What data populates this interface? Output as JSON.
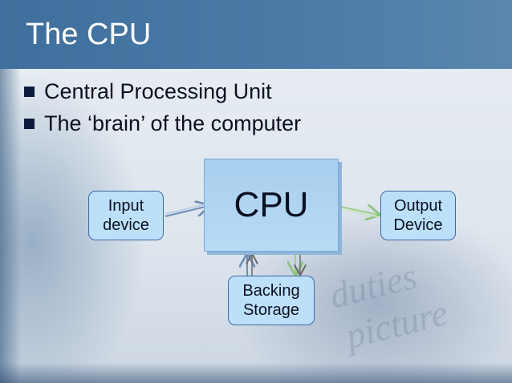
{
  "slide": {
    "title": "The CPU",
    "bullets": [
      "Central Processing Unit",
      "The ‘brain’ of the computer"
    ]
  },
  "diagram": {
    "cpu_label": "CPU",
    "input_label": "Input\ndevice",
    "output_label": "Output\nDevice",
    "storage_label": "Backing\nStorage"
  },
  "colors": {
    "header": "#4a7aa6",
    "cpu_fill": "#b2d6f2",
    "node_fill": "#bde0fa",
    "arrow_input": "#6f8fb8",
    "arrow_output": "#9bd08a",
    "arrow_storage_down": "#9bd08a",
    "arrow_storage_up": "#6f8fb8"
  }
}
